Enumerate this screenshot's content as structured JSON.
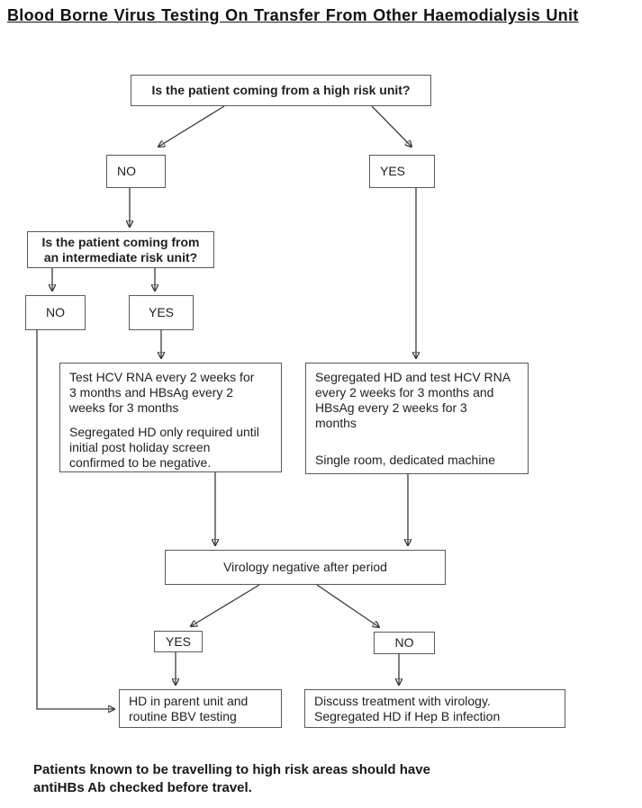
{
  "title": "Blood Borne Virus Testing On Transfer From Other Haemodialysis Unit",
  "nodes": {
    "q_high_risk": {
      "text": "Is the patient coming from a high risk unit?"
    },
    "no_high": {
      "label": "NO"
    },
    "yes_high": {
      "label": "YES"
    },
    "q_intermediate": {
      "lines": [
        "Is the patient coming from",
        "an intermediate risk unit?"
      ]
    },
    "no_intermediate": {
      "label": "NO"
    },
    "yes_intermediate": {
      "label": "YES"
    },
    "test_intermediate": {
      "para1_lines": [
        "Test HCV RNA every 2 weeks for",
        "3 months and HBsAg every 2",
        "weeks for 3 months"
      ],
      "para2_lines": [
        "Segregated HD only required until",
        "initial post holiday screen",
        "confirmed to be negative."
      ]
    },
    "test_high": {
      "para1_lines": [
        "Segregated HD and test HCV RNA",
        "every 2 weeks for 3 months and",
        "HBsAg every 2 weeks for 3",
        "months"
      ],
      "para2": "Single room, dedicated machine"
    },
    "virology_check": {
      "text": "Virology negative after period"
    },
    "yes_virology": {
      "label": "YES"
    },
    "no_virology": {
      "label": "NO"
    },
    "hd_parent_unit": {
      "lines": [
        "HD in parent unit and",
        "routine BBV testing"
      ]
    },
    "discuss_virology": {
      "lines": [
        "Discuss treatment with virology.",
        "Segregated HD if Hep B infection"
      ]
    }
  },
  "footnote": {
    "lines": [
      "Patients known to be travelling to high risk areas should have",
      "antiHBs Ab checked before travel."
    ]
  },
  "colors": {
    "background": "#ffffff",
    "box_border": "#5a5a5a",
    "connector": "#3a3a3a",
    "text": "#1f1f1f"
  }
}
